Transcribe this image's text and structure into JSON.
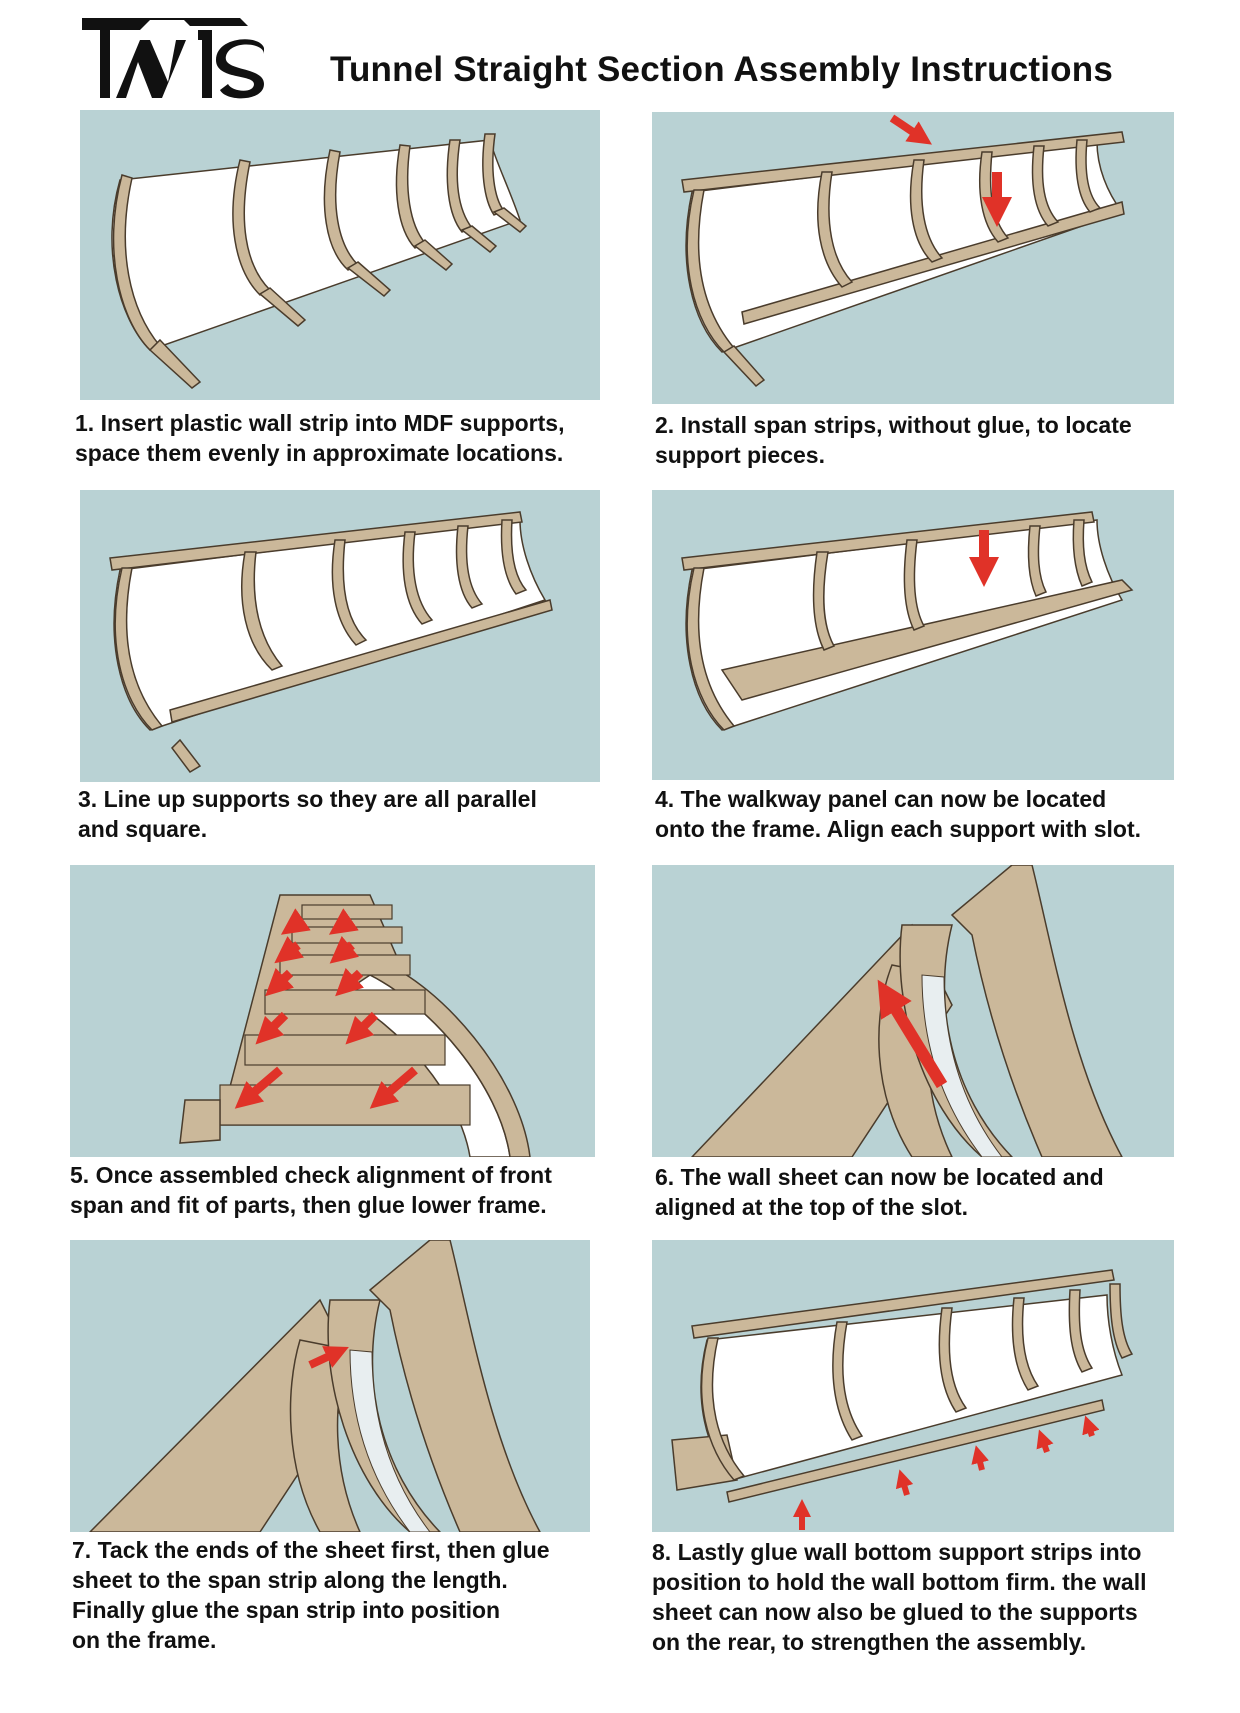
{
  "header": {
    "logo_text": "TnTS",
    "title": "Tunnel Straight Section Assembly Instructions"
  },
  "colors": {
    "background_sky": "#b9d2d4",
    "mdf": "#cbb89a",
    "mdf_edge": "#4a3c2c",
    "sheet": "#ffffff",
    "arrow": "#e03228"
  },
  "steps": [
    {
      "lines": [
        "1. Insert plastic wall strip into MDF supports,",
        "space them evenly in approximate locations."
      ]
    },
    {
      "lines": [
        "2. Install span strips, without glue, to locate",
        "support pieces."
      ]
    },
    {
      "lines": [
        "3. Line up supports so they are all parallel",
        "and square."
      ]
    },
    {
      "lines": [
        "4. The walkway panel can now be located",
        "onto the frame. Align each support with slot."
      ]
    },
    {
      "lines": [
        "5. Once assembled check alignment of front",
        "span and fit of parts, then glue lower frame."
      ]
    },
    {
      "lines": [
        "6. The wall sheet can now be located and",
        "aligned at the top of the slot."
      ]
    },
    {
      "lines": [
        "7. Tack the ends of the sheet first, then glue",
        "sheet to the span strip along the length.",
        "Finally glue the span strip into position",
        "on the frame."
      ]
    },
    {
      "lines": [
        "8. Lastly glue wall bottom support strips into",
        "position to hold the wall bottom firm. the wall",
        "sheet can now also be glued to the supports",
        "on the rear, to strengthen the assembly."
      ]
    }
  ]
}
